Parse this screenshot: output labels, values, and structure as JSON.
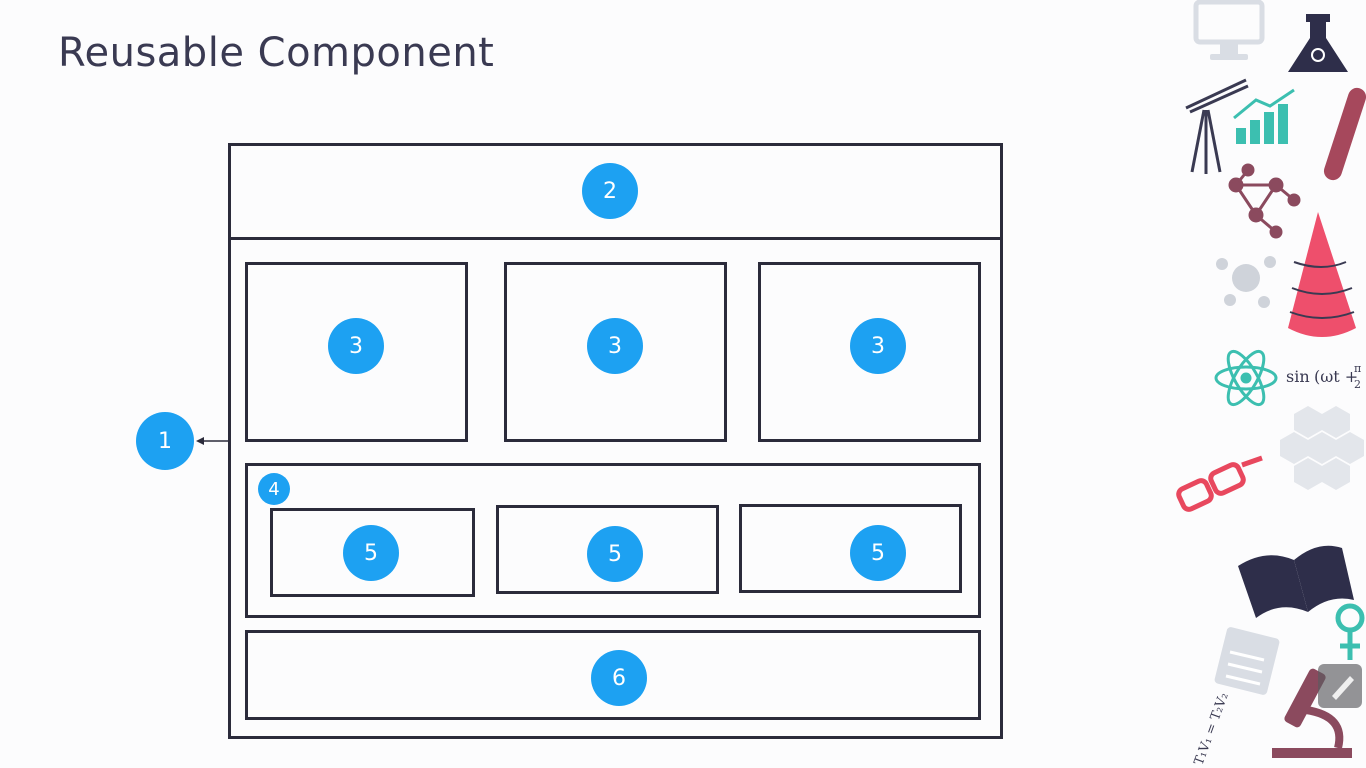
{
  "slide": {
    "title": "Reusable Component"
  },
  "diagram": {
    "labels": {
      "app": "1",
      "header": "2",
      "cards": [
        "3",
        "3",
        "3"
      ],
      "group": "4",
      "items": [
        "5",
        "5",
        "5"
      ],
      "footer": "6"
    },
    "accent_color": "#1da1f2",
    "line_color": "#2b2b3b"
  },
  "decorations": {
    "formula_sin": "sin",
    "formula_args": "(ωt +",
    "formula_pi": "π",
    "formula_two": "2",
    "formula_gas": "T₁V₁ = T₂V₂",
    "icons": [
      "monitor-icon",
      "flask-icon",
      "telescope-icon",
      "chart-icon",
      "test-tube-icon",
      "molecule-icon",
      "cone-icon",
      "atom-icon",
      "hexagon-grid-icon",
      "glasses-icon",
      "book-icon",
      "venus-icon",
      "notepad-icon",
      "microscope-icon"
    ]
  }
}
